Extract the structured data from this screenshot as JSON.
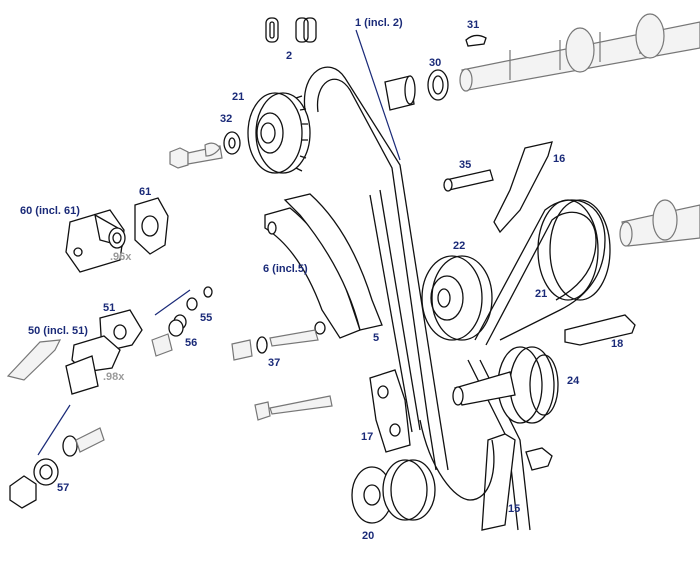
{
  "labels": {
    "l1": "1 (incl. 2)",
    "l2": "2",
    "l31": "31",
    "l30": "30",
    "l21a": "21",
    "l32": "32",
    "l35": "35",
    "l16": "16",
    "l60": "60 (incl. 61)",
    "l61": "61",
    "l96x": ".96x",
    "l22": "22",
    "l6": "6 (incl.5)",
    "l21b": "21",
    "l51": "51",
    "l55": "55",
    "l50": "50 (incl. 51)",
    "l56": "56",
    "l5": "5",
    "l37": "37",
    "l18": "18",
    "l98x": ".98x",
    "l24": "24",
    "l17": "17",
    "l57": "57",
    "l15": "15",
    "l20": "20"
  }
}
